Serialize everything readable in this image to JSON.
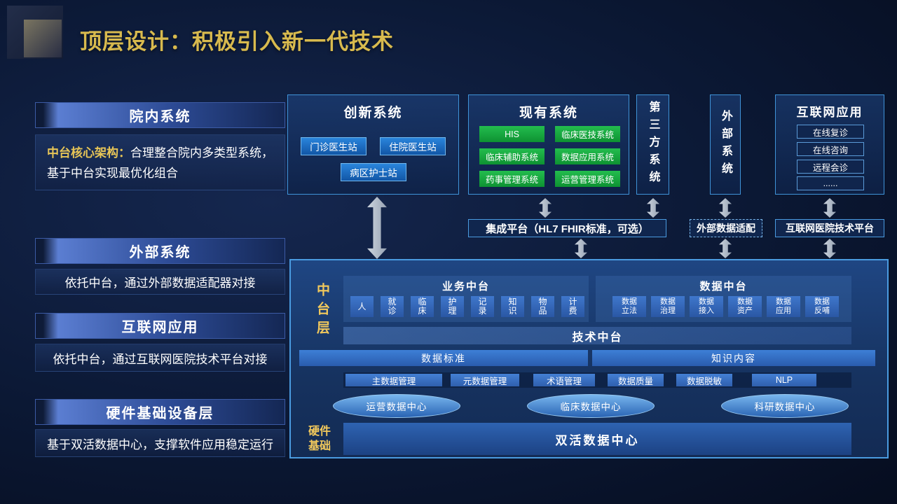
{
  "slide": {
    "title": "顶层设计：积极引入新一代技术"
  },
  "colors": {
    "accent_gold": "#d8ba4e",
    "button_blue": "#1a6cc4",
    "button_green": "#17a93c",
    "border_blue": "#4a9be0",
    "arrow_gray": "#b9c3d2"
  },
  "left_panel": {
    "sections": [
      {
        "header": "院内系统",
        "highlight": "中台核心架构：",
        "body": "合理整合院内多类型系统，基于中台实现最优化组合"
      },
      {
        "header": "外部系统",
        "body": "依托中台，通过外部数据适配器对接"
      },
      {
        "header": "互联网应用",
        "body": "依托中台，通过互联网医院技术平台对接"
      },
      {
        "header": "硬件基础设备层",
        "body": "基于双活数据中心，支撑软件应用稳定运行"
      }
    ]
  },
  "diagram": {
    "innovation": {
      "title": "创新系统",
      "items": [
        "门诊医生站",
        "住院医生站",
        "病区护士站"
      ]
    },
    "existing": {
      "title": "现有系统",
      "items": [
        "HIS",
        "临床医技系统",
        "临床辅助系统",
        "数据应用系统",
        "药事管理系统",
        "运营管理系统"
      ]
    },
    "third_party": {
      "title": "第三方系统"
    },
    "external": {
      "title": "外部系统"
    },
    "internet": {
      "title": "互联网应用",
      "items": [
        "在线复诊",
        "在线咨询",
        "远程会诊",
        "......"
      ]
    },
    "connectors": {
      "integration_platform": "集成平台（HL7 FHIR标准，可选）",
      "external_adapter": "外部数据适配",
      "internet_platform": "互联网医院技术平台"
    },
    "midplatform": {
      "layer_label": "中台层",
      "business": {
        "title": "业务中台",
        "items": [
          "人",
          "就诊",
          "临床",
          "护理",
          "记录",
          "知识",
          "物品",
          "计费"
        ]
      },
      "data": {
        "title": "数据中台",
        "items": [
          "数据立法",
          "数据治理",
          "数据接入",
          "数据资产",
          "数据应用",
          "数据反哺"
        ]
      },
      "tech_title": "技术中台",
      "data_standard": "数据标准",
      "knowledge_content": "知识内容",
      "tools": [
        "主数据管理",
        "元数据管理",
        "术语管理",
        "数据质量",
        "数据脱敏",
        "NLP"
      ],
      "centers": [
        "运营数据中心",
        "临床数据中心",
        "科研数据中心"
      ]
    },
    "hardware": {
      "label": "硬件基础",
      "title": "双活数据中心"
    }
  }
}
